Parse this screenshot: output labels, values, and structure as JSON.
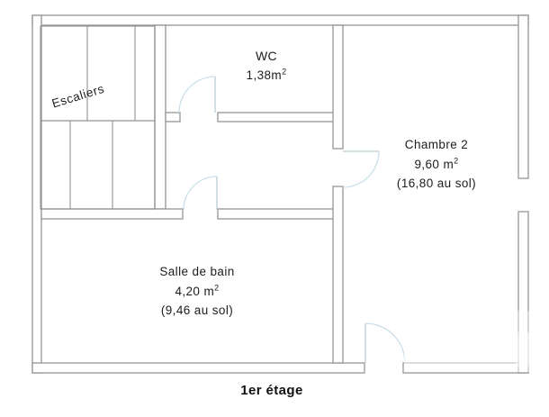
{
  "title": {
    "label": "1er étage"
  },
  "rooms": {
    "escaliers": {
      "name": "Escaliers"
    },
    "wc": {
      "name": "WC",
      "area": "1,38m",
      "area_sup": "2"
    },
    "chambre2": {
      "name": "Chambre 2",
      "area": "9,60 m",
      "area_sup": "2",
      "floor_area": "(16,80 au sol)"
    },
    "salle_de_bain": {
      "name": "Salle de bain",
      "area": "4,20 m",
      "area_sup": "2",
      "floor_area": "(9,46 au sol)"
    }
  },
  "colors": {
    "wall_line": "#9c9c9c",
    "stair_line": "#8f8f8f",
    "door_arc": "#cadfe9",
    "door_leaf": "#b9cdd6",
    "text": "#1d1d1d"
  }
}
